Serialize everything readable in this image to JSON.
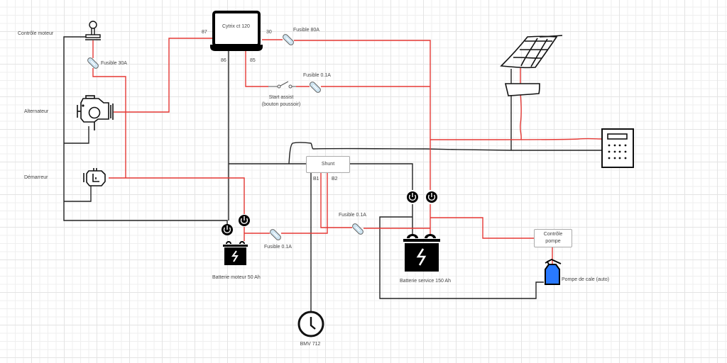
{
  "diagram": {
    "colors": {
      "positive_wire": "#e53935",
      "negative_wire": "#222222",
      "pump_body": "#2979ff"
    },
    "components": {
      "engine_control": {
        "label": "Contrôle moteur",
        "icon": "ignition-switch-icon"
      },
      "alternator": {
        "label": "Alternateur",
        "icon": "engine-icon"
      },
      "starter": {
        "label": "Démarreur",
        "icon": "starter-motor-icon"
      },
      "relay": {
        "label": "Cytrix ct 120",
        "icon": "laptop-relay-icon",
        "pins": {
          "p87": "87",
          "p30": "30",
          "p86": "86",
          "p85": "85"
        }
      },
      "fuse_30a": {
        "label": "Fusible 30A"
      },
      "fuse_80a": {
        "label": "Fusible 80A"
      },
      "fuse_start": {
        "label": "Fusible 0.1A"
      },
      "fuse_engine_batt": {
        "label": "Fusible 0.1A"
      },
      "fuse_shunt_b2": {
        "label": "Fusible 0.1A"
      },
      "start_assist": {
        "label_line1": "Start assist",
        "label_line2": "(bouton poussoir)",
        "icon": "push-button-switch-icon"
      },
      "shunt": {
        "label": "Shunt",
        "pin_b1": "B1",
        "pin_b2": "B2"
      },
      "engine_battery": {
        "label": "Batterie moteur 50 Ah",
        "icon": "battery-icon"
      },
      "service_battery": {
        "label": "Batterie service 150 Ah",
        "icon": "battery-icon"
      },
      "pump_control": {
        "label_line1": "Contrôle",
        "label_line2": "pompe"
      },
      "bilge_pump": {
        "label": "Pompe de cale (auto)",
        "icon": "spray-bottle-icon"
      },
      "battery_monitor": {
        "label": "BMV 712",
        "icon": "clock-icon"
      },
      "solar_panel": {
        "icon": "solar-panel-icon"
      },
      "solar_regulator": {
        "icon": "regulator-box-icon"
      },
      "charge_controller": {
        "icon": "calculator-controller-icon"
      }
    }
  }
}
